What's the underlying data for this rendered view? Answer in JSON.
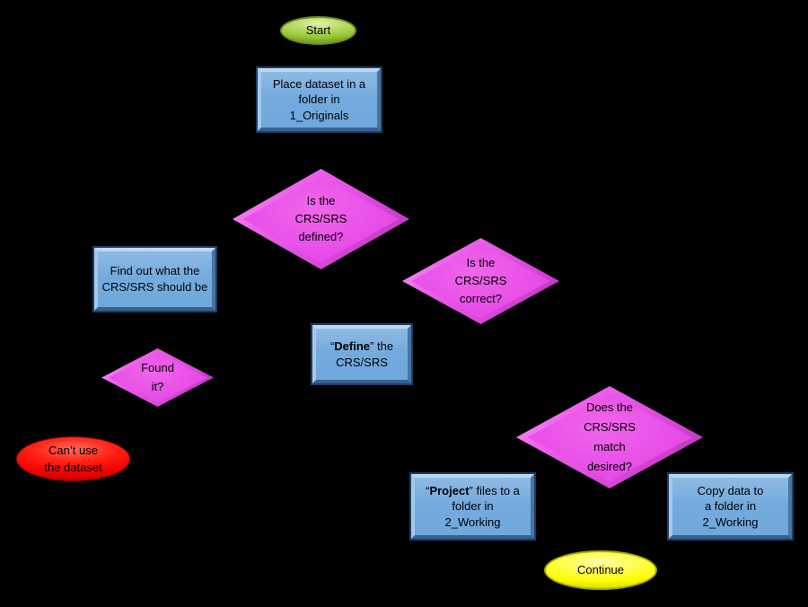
{
  "canvas": {
    "background": "#000000"
  },
  "colors": {
    "process_fill": "#6FA8DC",
    "process_outline": "#1D3D63",
    "decision_fill": "#E84FE8",
    "start_fill": "#9BCB3B",
    "stop_fill": "#FF0000",
    "continue_fill": "#FFFF00",
    "text": "#000000"
  },
  "nodes": {
    "start": {
      "label": "Start"
    },
    "place": {
      "lines": [
        "Place dataset in a",
        "folder in",
        "1_Originals"
      ]
    },
    "defined": {
      "lines": [
        "Is the",
        "CRS/SRS",
        "defined?"
      ]
    },
    "correct": {
      "lines": [
        "Is the",
        "CRS/SRS",
        "correct?"
      ]
    },
    "findout": {
      "lines": [
        "Find out what the",
        "CRS/SRS should be"
      ]
    },
    "define": {
      "pre": "“",
      "bold": "Define",
      "post": "” the",
      "line2": "CRS/SRS"
    },
    "found": {
      "lines": [
        "Found",
        "it?"
      ]
    },
    "cantuse": {
      "lines": [
        "Can’t use",
        "the dataset"
      ]
    },
    "match": {
      "lines": [
        "Does the",
        "CRS/SRS",
        "match",
        "desired?"
      ]
    },
    "project": {
      "pre": "“",
      "bold": "Project",
      "post": "” files to a",
      "lines": [
        "folder in",
        "2_Working"
      ]
    },
    "copy": {
      "lines": [
        "Copy data to",
        "a folder in",
        "2_Working"
      ]
    },
    "continue": {
      "label": "Continue"
    }
  }
}
